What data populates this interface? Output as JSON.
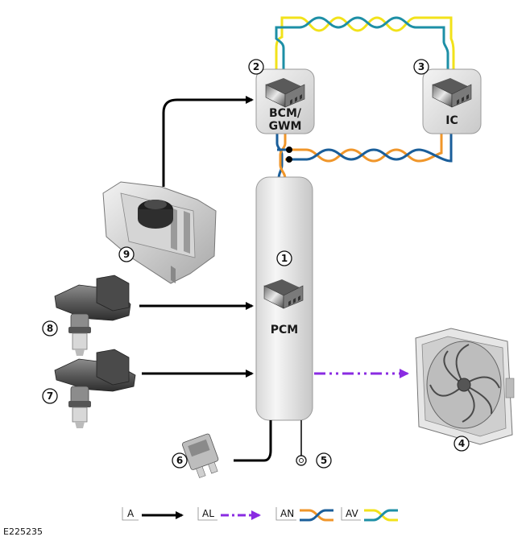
{
  "modules": {
    "pcm": {
      "label": "PCM",
      "number": "1"
    },
    "bcm": {
      "label_line1": "BCM/",
      "label_line2": "GWM",
      "number": "2"
    },
    "ic": {
      "label": "IC",
      "number": "3"
    }
  },
  "components": {
    "cooling_fan": {
      "number": "4"
    },
    "ground": {
      "number": "5"
    },
    "fuse": {
      "number": "6"
    },
    "sensor_7": {
      "number": "7"
    },
    "sensor_8": {
      "number": "8"
    },
    "coolant_reservoir": {
      "number": "9"
    }
  },
  "legend": {
    "items": [
      {
        "key": "A",
        "line": "hardwired",
        "color": "#000000"
      },
      {
        "key": "AL",
        "line": "pwm-signal",
        "color": "#8a2be2"
      },
      {
        "key": "AN",
        "line": "can-hs",
        "colors": [
          "#f0962a",
          "#1a5e9a"
        ]
      },
      {
        "key": "AV",
        "line": "can-ms",
        "colors": [
          "#f2e21a",
          "#1d8fa6"
        ]
      }
    ]
  },
  "figure_id": "E225235",
  "colors": {
    "orange": "#f0962a",
    "blue": "#1a5e9a",
    "yellow": "#f2e21a",
    "teal": "#1d8fa6",
    "purple": "#8a2be2"
  }
}
